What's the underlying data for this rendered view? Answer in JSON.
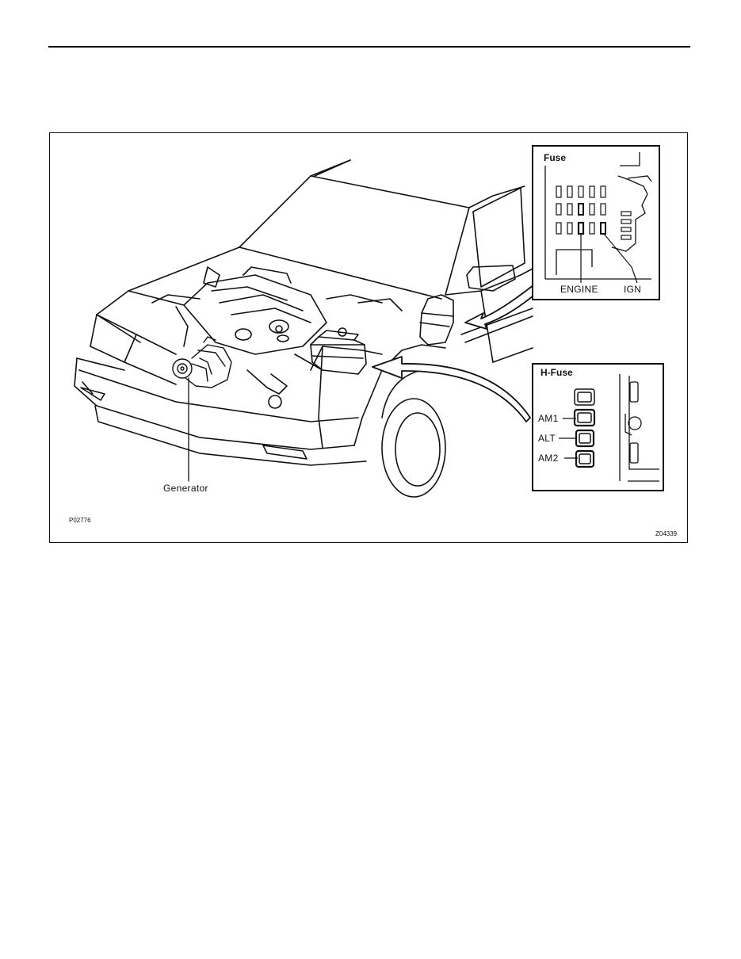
{
  "figure": {
    "code_left": "P02776",
    "code_right": "Z04339",
    "generator_label": "Generator",
    "fuse_inset": {
      "title": "Fuse",
      "label_engine": "ENGINE",
      "label_ign": "IGN"
    },
    "hfuse_inset": {
      "title": "H-Fuse",
      "labels": [
        "AM1",
        "ALT",
        "AM2"
      ]
    }
  }
}
